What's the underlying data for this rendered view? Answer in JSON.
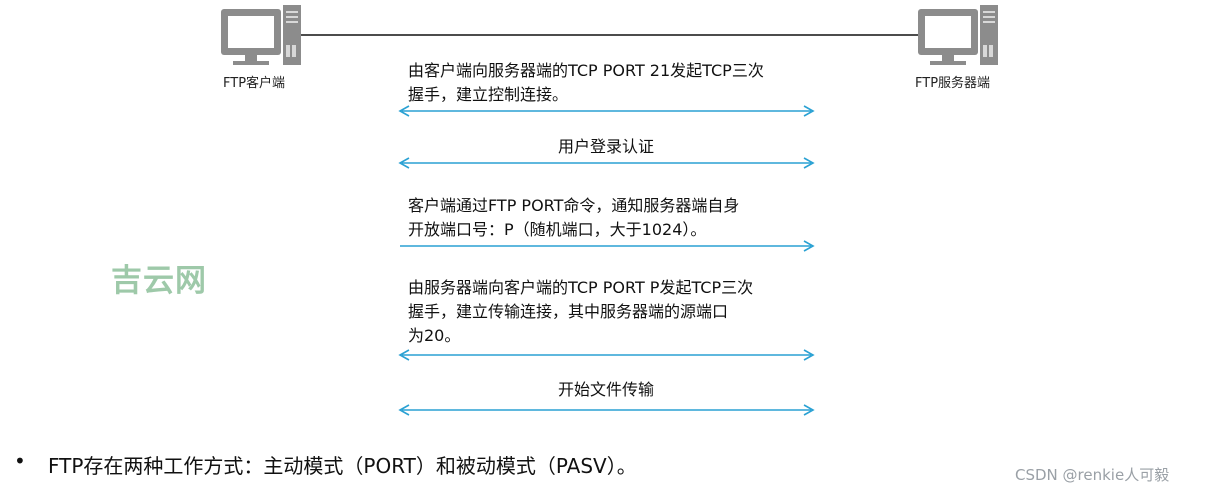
{
  "nodes": {
    "client_label": "FTP客户端",
    "server_label": "FTP服务器端"
  },
  "steps": [
    {
      "lines": [
        "由客户端向服务器端的TCP PORT 21发起TCP三次",
        "握手，建立控制连接。"
      ],
      "direction": "both"
    },
    {
      "lines": [
        "用户登录认证"
      ],
      "direction": "both"
    },
    {
      "lines": [
        "客户端通过FTP PORT命令，通知服务器端自身",
        "开放端口号：P（随机端口，大于1024）。"
      ],
      "direction": "right"
    },
    {
      "lines": [
        "由服务器端向客户端的TCP PORT P发起TCP三次",
        "握手，建立传输连接，其中服务器端的源端口",
        "为20。"
      ],
      "direction": "both"
    },
    {
      "lines": [
        "开始文件传输"
      ],
      "direction": "both"
    }
  ],
  "watermark": "吉云网",
  "bullet": {
    "marker": "•",
    "text": "FTP存在两种工作方式：主动模式（PORT）和被动模式（PASV）。"
  },
  "credit": "CSDN @renkie人可毅",
  "colors": {
    "arrow": "#2aa1d3",
    "link_line": "#111111",
    "computer": "#8c8c8c",
    "watermark": "#9ec9a9"
  },
  "icons": {
    "client": "computer-icon",
    "server": "computer-icon"
  }
}
